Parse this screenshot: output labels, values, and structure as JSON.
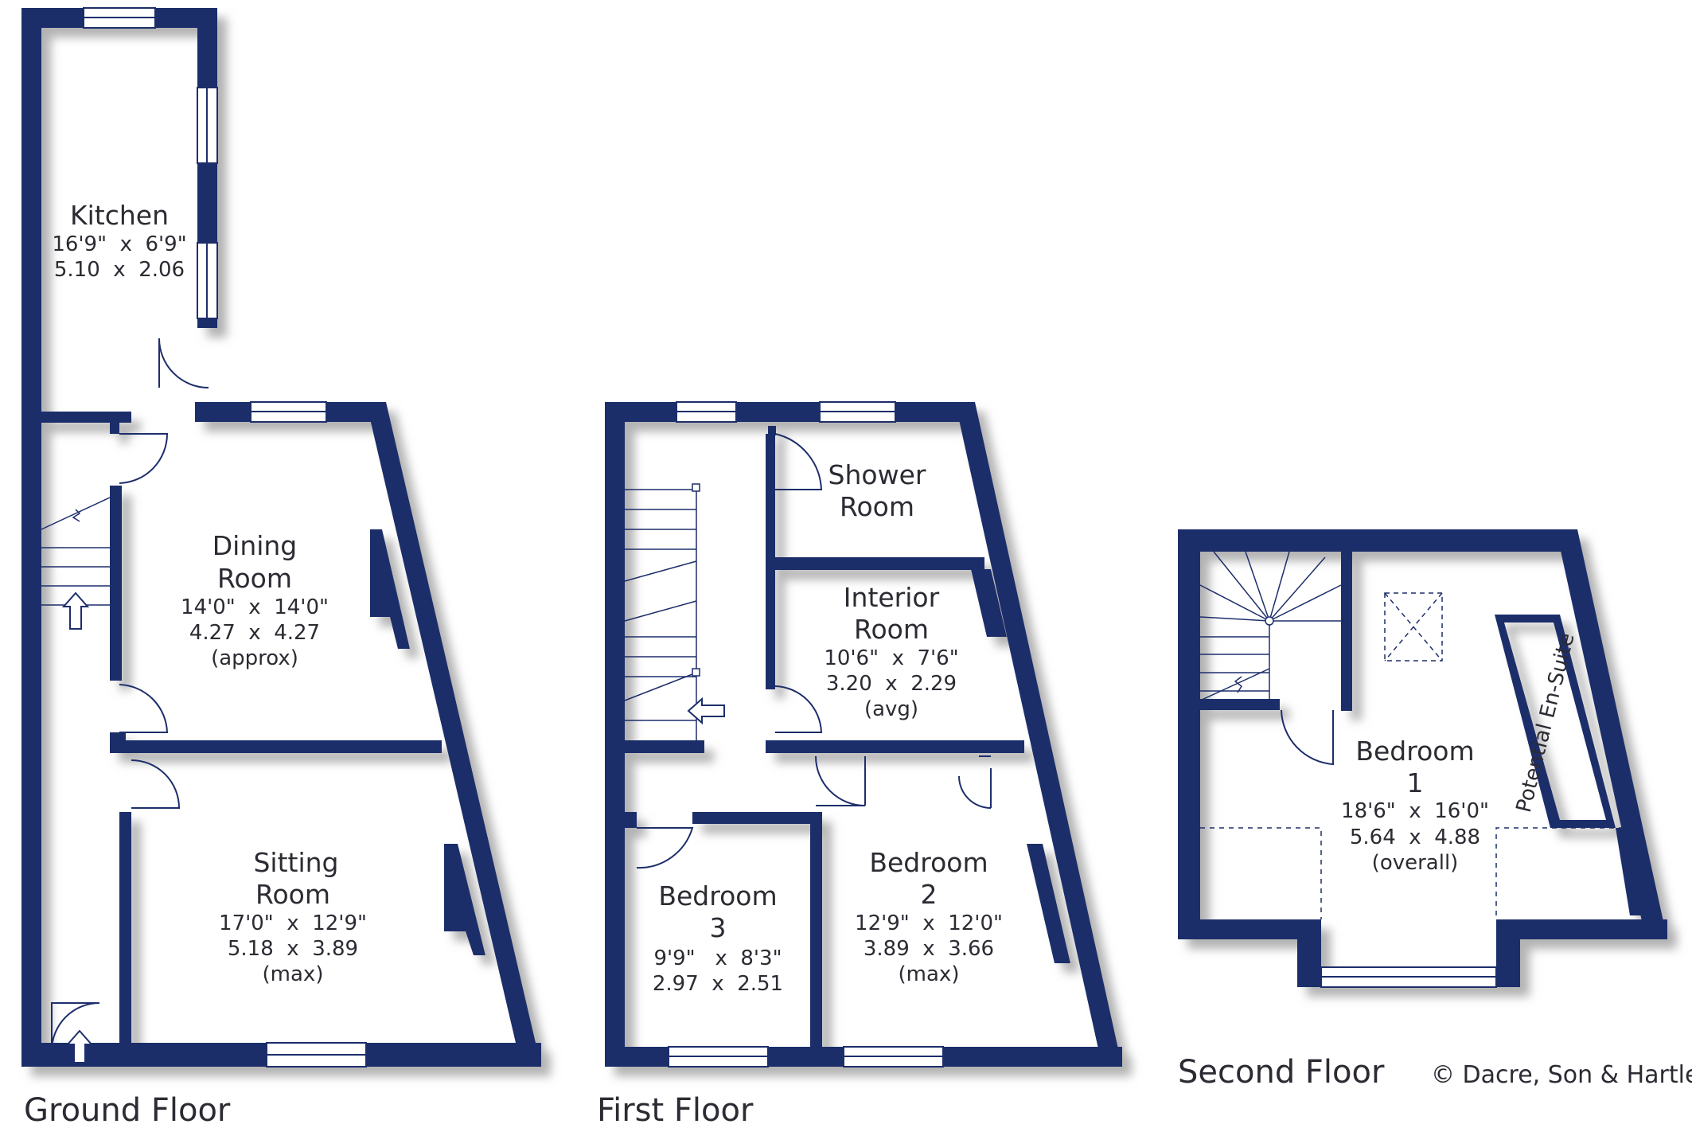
{
  "colors": {
    "wall": "#1d2e6b",
    "shadow": "#b8b8b8",
    "background": "#ffffff",
    "text": "#2b2b33"
  },
  "floors": {
    "ground": "Ground Floor",
    "first": "First Floor",
    "second": "Second Floor"
  },
  "copyright": "© Dacre, Son & Hartley",
  "rooms": {
    "kitchen": {
      "name": "Kitchen",
      "imperial": "16'9\"  x  6'9\"",
      "metric": "5.10  x  2.06"
    },
    "dining": {
      "name1": "Dining",
      "name2": "Room",
      "imperial": "14'0\"  x  14'0\"",
      "metric": "4.27  x  4.27",
      "note": "(approx)"
    },
    "sitting": {
      "name1": "Sitting",
      "name2": "Room",
      "imperial": "17'0\"  x  12'9\"",
      "metric": "5.18  x  3.89",
      "note": "(max)"
    },
    "shower": {
      "name1": "Shower",
      "name2": "Room"
    },
    "interior": {
      "name1": "Interior",
      "name2": "Room",
      "imperial": "10'6\"  x  7'6\"",
      "metric": "3.20  x  2.29",
      "note": "(avg)"
    },
    "bedroom3": {
      "name1": "Bedroom",
      "name2": "3",
      "imperial": "9'9\"   x  8'3\"",
      "metric": "2.97  x  2.51"
    },
    "bedroom2": {
      "name1": "Bedroom",
      "name2": "2",
      "imperial": "12'9\"  x  12'0\"",
      "metric": "3.89  x  3.66",
      "note": "(max)"
    },
    "bedroom1": {
      "name1": "Bedroom",
      "name2": "1",
      "imperial": "18'6\"  x  16'0\"",
      "metric": "5.64  x  4.88",
      "note": "(overall)"
    },
    "ensuite": {
      "name": "Potential En-Suite"
    }
  }
}
